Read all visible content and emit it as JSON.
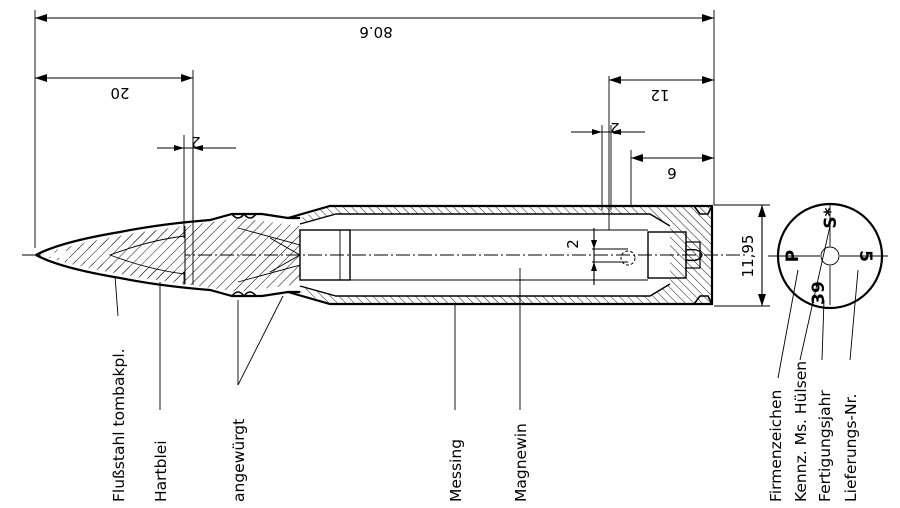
{
  "dimensions": {
    "overall_length": "80.6",
    "bullet_tip_length": "20",
    "neck_offset": "12",
    "rear_offset": "6",
    "groove_width_left": "2",
    "groove_width_right": "2",
    "flash_hole": "2",
    "head_diameter": "11,95"
  },
  "labels": {
    "tip_material": "Flußstahl tombakpl.",
    "core": "Hartblei",
    "crimp": "angewürgt",
    "case": "Messing",
    "powder": "Magnewin",
    "head_mark_1": "Firmenzeichen",
    "head_mark_2": "Kennz. Ms. Hülsen",
    "head_mark_3": "Fertigungsjahr",
    "head_mark_4": "Lieferungs-Nr."
  },
  "headstamp": {
    "left": "P",
    "top": "S*",
    "bottom": "39",
    "right": "5"
  }
}
